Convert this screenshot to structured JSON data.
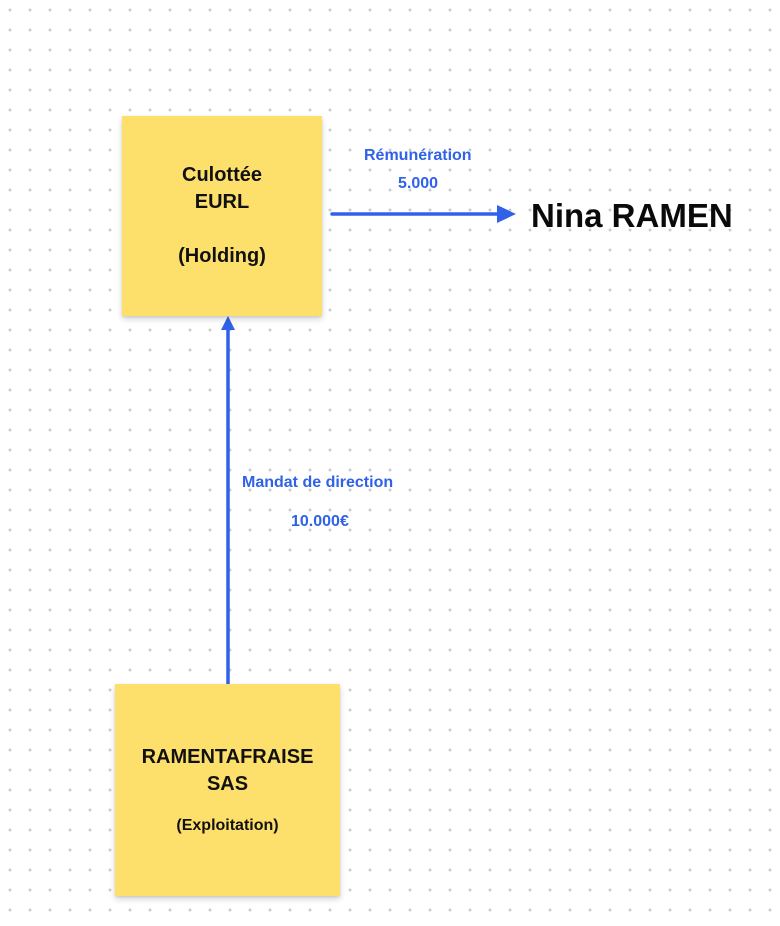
{
  "canvas": {
    "background": "#ffffff",
    "grid_dot_color": "#c9cbd0",
    "grid": "dotted"
  },
  "colors": {
    "sticky_note": "#fde06b",
    "connector": "#2f62e8",
    "label_text": "#2f62e8",
    "note_text": "#111111"
  },
  "nodes": {
    "holding": {
      "name": "Culottée",
      "form": "EURL",
      "role": "(Holding)"
    },
    "exploitation": {
      "name": "RAMENTAFRAISE",
      "form": "SAS",
      "role": "(Exploitation)"
    },
    "person": {
      "name": "Nina RAMEN"
    }
  },
  "edges": [
    {
      "from": "holding",
      "to": "person",
      "label": "Rémunération",
      "amount": "5.000"
    },
    {
      "from": "exploitation",
      "to": "holding",
      "label": "Mandat de direction",
      "amount": "10.000€"
    }
  ]
}
